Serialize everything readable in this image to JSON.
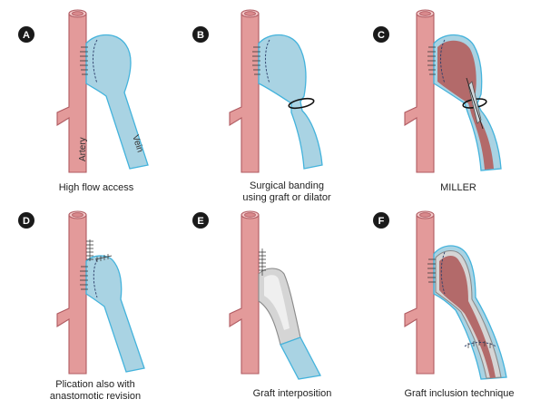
{
  "panels": [
    {
      "letter": "A",
      "caption_lines": [
        "High flow access"
      ],
      "labels": {
        "artery": "Artery",
        "vein": "Vein"
      }
    },
    {
      "letter": "B",
      "caption_lines": [
        "Surgical banding",
        "using graft or dilator"
      ]
    },
    {
      "letter": "C",
      "caption_lines": [
        "MILLER"
      ]
    },
    {
      "letter": "D",
      "caption_lines": [
        "Plication also with",
        "anastomotic revision"
      ]
    },
    {
      "letter": "E",
      "caption_lines": [
        "Graft interposition"
      ]
    },
    {
      "letter": "F",
      "caption_lines": [
        "Graft inclusion technique"
      ]
    }
  ],
  "colors": {
    "artery": "#e39a9a",
    "vein": "#a9d3e3",
    "vein_outline": "#44b3dc",
    "arterialized_vein": "#b36a6a",
    "graft": "#d5d5d5",
    "letter_badge": "#1a1a1a"
  }
}
